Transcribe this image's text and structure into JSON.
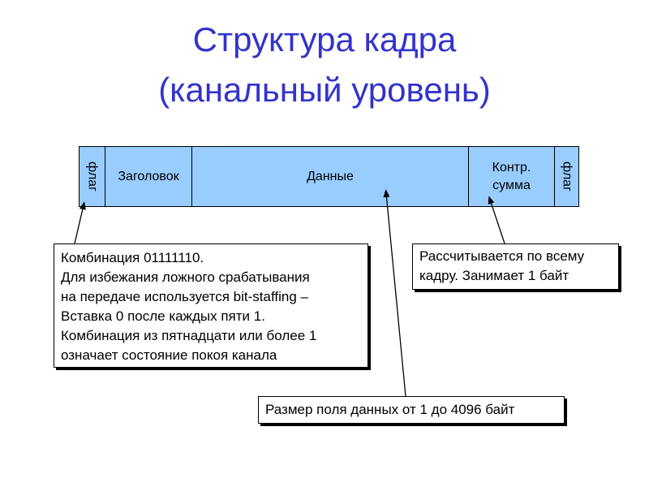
{
  "title": {
    "line1": "Структура кадра",
    "line2": "(канальный уровень)"
  },
  "frame": {
    "fields": {
      "flag_left": "флаг",
      "header": "Заголовок",
      "data": "Данные",
      "checksum_line1": "Контр.",
      "checksum_line2": "сумма",
      "flag_right": "флаг"
    }
  },
  "callouts": {
    "flag": {
      "lines": [
        "Комбинация 01111110.",
        "Для избежания ложного срабатывания",
        "на передаче используется bit-staffing –",
        "Вставка 0 после каждых пяти 1.",
        "Комбинация из пятнадцати или более 1",
        "означает состояние покоя канала"
      ]
    },
    "checksum": {
      "lines": [
        "Рассчитывается по всему",
        "кадру. Занимает 1 байт"
      ]
    },
    "data": {
      "text": "Размер поля данных от 1 до 4096 байт"
    }
  },
  "colors": {
    "title": "#3333cc",
    "frame_fill": "#99ccff"
  }
}
